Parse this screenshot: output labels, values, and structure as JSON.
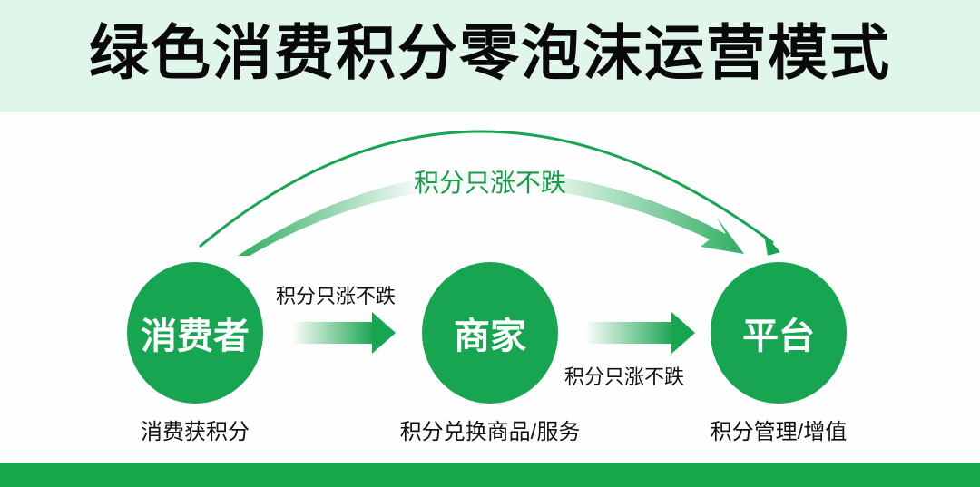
{
  "title": "绿色消费积分零泡沫运营模式",
  "top_arrow_label": "积分只涨不跌",
  "nodes": [
    {
      "label": "消费者",
      "caption": "消费获积分"
    },
    {
      "label": "商家",
      "caption": "积分兑换商品/服务"
    },
    {
      "label": "平台",
      "caption": "积分管理/增值"
    }
  ],
  "edge_labels": {
    "consumer_to_merchant": "积分只涨不跌",
    "merchant_to_platform": "积分只涨不跌"
  },
  "colors": {
    "primary": "#18a551",
    "band": "#e0f6ea"
  }
}
